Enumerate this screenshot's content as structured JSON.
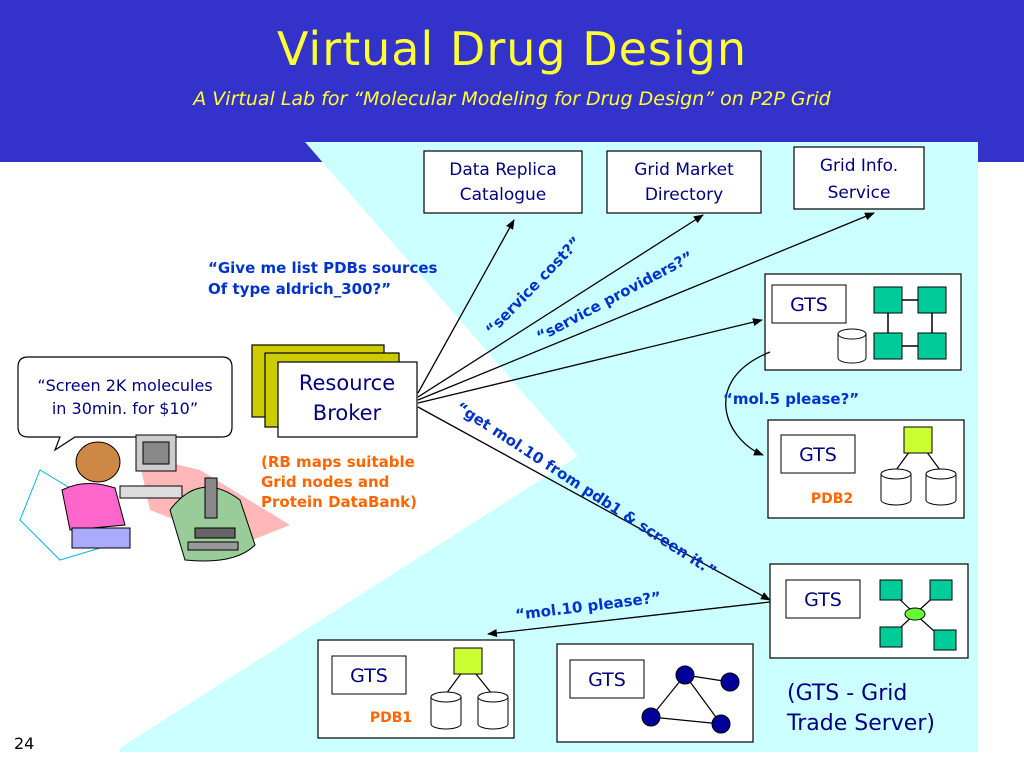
{
  "slide": {
    "title": "Virtual Drug Design",
    "subtitle": "A Virtual Lab for “Molecular Modeling for Drug Design” on P2P Grid",
    "page_number": "24"
  },
  "boxes": {
    "data_replica": [
      "Data Replica",
      "Catalogue"
    ],
    "grid_market": [
      "Grid Market",
      "Directory"
    ],
    "grid_info": [
      "Grid Info.",
      "Service"
    ],
    "resource_broker": [
      "Resource",
      "Broker"
    ]
  },
  "gts_label": "GTS",
  "pdb_labels": {
    "pdb2": "PDB2",
    "pdb1": "PDB1"
  },
  "callouts": {
    "user_request": [
      "“Screen 2K molecules",
      "in 30min. for $10”"
    ],
    "give_me_list": [
      "“Give me list PDBs sources",
      "Of type aldrich_300?”"
    ],
    "service_cost": "“service cost?”",
    "service_providers": "“service providers?”",
    "mol5": "“mol.5 please?”",
    "get_mol10": "“get mol.10 from pdb1 & screen it.”",
    "mol10": "“mol.10 please?”",
    "rb_maps": [
      "(RB maps suitable",
      "Grid nodes and",
      "Protein DataBank)"
    ],
    "gts_legend": [
      "(GTS - Grid",
      "Trade Server)"
    ]
  },
  "colors": {
    "header_bg": "#3333cc",
    "title": "#ffff33",
    "cyan_panel": "#ccffff",
    "node_teal": "#00cc99",
    "node_yellow": "#ccff33",
    "node_navy": "#000099",
    "broker_olive": "#cccc00",
    "text_blue": "#0033cc",
    "text_orange": "#ff6600"
  }
}
